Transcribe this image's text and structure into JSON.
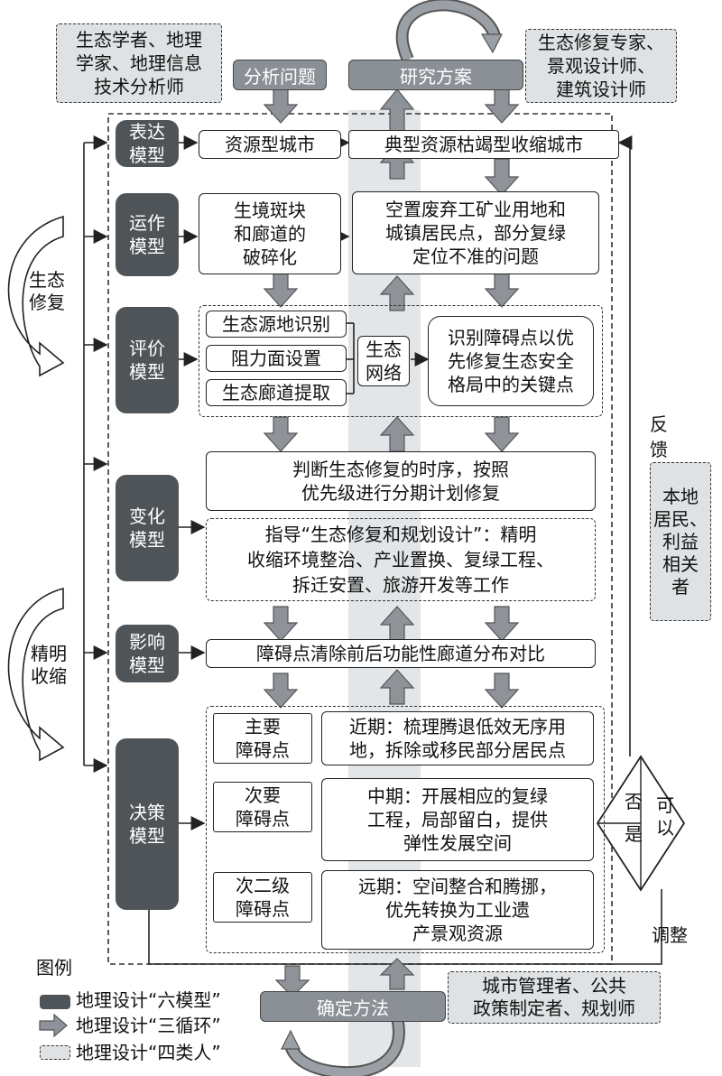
{
  "roles": {
    "ecologists": "生态学者、地理\n学家、地理信息\n技术分析师",
    "restoration": "生态修复专家、\n景观设计师、\n建筑设计师",
    "residents": "本地\n居民、\n利益\n相关\n者",
    "managers": "城市管理者、公共\n政策制定者、规划师"
  },
  "flow": {
    "analyze": "分析问题",
    "research": "研究方案",
    "determine": "确定方法",
    "feedback": "反\n馈",
    "adjust": "调整",
    "eco_restore": "生态\n修复",
    "smart_shrink": "精明\n收缩"
  },
  "models": {
    "expression": "表达\n模型",
    "operation": "运作\n模型",
    "evaluation": "评价\n模型",
    "change": "变化\n模型",
    "impact": "影响\n模型",
    "decision": "决策\n模型"
  },
  "expression": {
    "left": "资源型城市",
    "right": "典型资源枯竭型收缩城市"
  },
  "operation": {
    "left": "生境斑块\n和廊道的\n破碎化",
    "right": "空置废弃工矿业用地和\n城镇居民点，部分复绿\n定位不准的问题"
  },
  "evaluation": {
    "source": "生态源地识别",
    "resistance": "阻力面设置",
    "corridor": "生态廊道提取",
    "network": "生态\n网络",
    "result": "识别障碍点以优\n先修复生态安全\n格局中的关键点"
  },
  "change": {
    "top": "判断生态修复的时序，按照\n优先级进行分期计划修复",
    "bottom": "指导“生态修复和规划设计”：精明\n收缩环境整治、产业置换、复绿工程、\n拆迁安置、旅游开发等工作"
  },
  "impact": {
    "text": "障碍点清除前后功能性廊道分布对比"
  },
  "decision": {
    "primary": "主要\n障碍点",
    "secondary": "次要\n障碍点",
    "tertiary": "次二级\n障碍点",
    "near": "近期：梳理腾退低效无序用\n地，拆除或移民部分居民点",
    "mid": "中期：开展相应的复绿\n工程，局部留白，提供\n弹性发展空间",
    "far": "远期：空间整合和腾挪，\n优先转换为工业遗\n产景观资源"
  },
  "diamond": {
    "no": "否",
    "yes": "可\n以",
    "is": "是"
  },
  "legend": {
    "title": "图例",
    "six_models": "地理设计“六模型”",
    "three_cycles": "地理设计“三循环”",
    "four_people": "地理设计“四类人”"
  }
}
